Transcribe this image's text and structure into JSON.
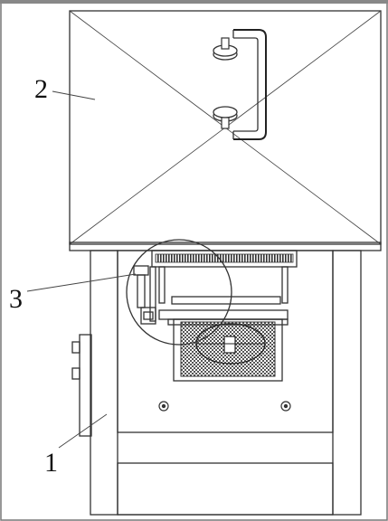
{
  "figure": {
    "callouts": [
      {
        "id": "label-1",
        "text": "1"
      },
      {
        "id": "label-2",
        "text": "2"
      },
      {
        "id": "label-3",
        "text": "3"
      }
    ]
  }
}
